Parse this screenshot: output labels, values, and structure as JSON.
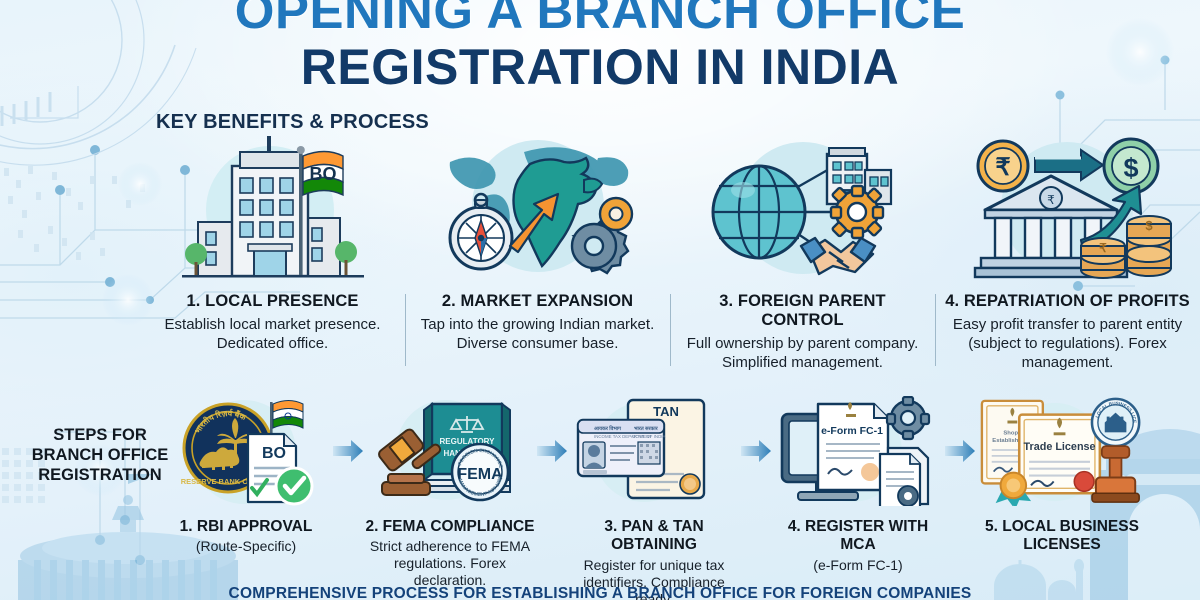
{
  "header": {
    "title_line1": "OPENING A BRANCH OFFICE",
    "title_line2": "REGISTRATION IN INDIA",
    "subtitle": "KEY BENEFITS & PROCESS",
    "title_color_line1": "#2077bd",
    "title_color_line2": "#123a68"
  },
  "benefits": [
    {
      "title": "1. LOCAL PRESENCE",
      "desc": "Establish local market presence. Dedicated office.",
      "icon": "office-building-with-indian-flag-icon",
      "icon_label": "BO"
    },
    {
      "title": "2. MARKET EXPANSION",
      "desc": "Tap into the growing Indian market. Diverse consumer base.",
      "icon": "globe-compass-india-map-gears-icon",
      "icon_label": ""
    },
    {
      "title": "3. FOREIGN PARENT CONTROL",
      "desc": "Full ownership by parent company. Simplified management.",
      "icon": "globe-building-gear-handshake-icon",
      "icon_label": ""
    },
    {
      "title": "4. REPATRIATION OF PROFITS",
      "desc": "Easy profit transfer to parent entity (subject to regulations). Forex management.",
      "icon": "bank-rupee-dollar-coins-icon",
      "icon_label": ""
    }
  ],
  "steps_section": {
    "label": "STEPS FOR BRANCH OFFICE REGISTRATION"
  },
  "steps": [
    {
      "title": "1. RBI APPROVAL",
      "desc": "(Route-Specific)",
      "icon": "rbi-seal-approval-icon",
      "icon_labels": [
        "BO",
        "RESERVE BANK OF INDIA"
      ]
    },
    {
      "title": "2. FEMA COMPLIANCE",
      "desc": "Strict adherence to FEMA regulations. Forex declaration.",
      "icon": "gavel-regulatory-handbook-fema-seal-icon",
      "icon_labels": [
        "REGULATORY HANDBOOK",
        "FEMA"
      ]
    },
    {
      "title": "3. PAN & TAN OBTAINING",
      "desc": "Register for unique tax identifiers. Compliance ready.",
      "icon": "pan-card-tan-document-icon",
      "icon_labels": [
        "TAN"
      ]
    },
    {
      "title": "4. REGISTER WITH MCA",
      "desc": "(e-Form FC-1)",
      "icon": "computer-eform-fc1-gear-icon",
      "icon_labels": [
        "e-Form FC-1"
      ]
    },
    {
      "title": "5. LOCAL BUSINESS LICENSES",
      "desc": "",
      "icon": "trade-license-certificate-stamp-icon",
      "icon_labels": [
        "Trade License",
        "Shops Establishment"
      ]
    }
  ],
  "footer": {
    "caption": "COMPREHENSIVE PROCESS FOR ESTABLISHING A BRANCH OFFICE FOR FOREIGN COMPANIES"
  },
  "decor": {
    "left_monument": "parliament-building-silhouette",
    "right_monument": "india-gate-silhouette",
    "background": "circuit-board-tech-pattern",
    "accent_blue": "#2077bd",
    "accent_navy": "#123a68",
    "arrow_color": "#2f7fb8"
  }
}
